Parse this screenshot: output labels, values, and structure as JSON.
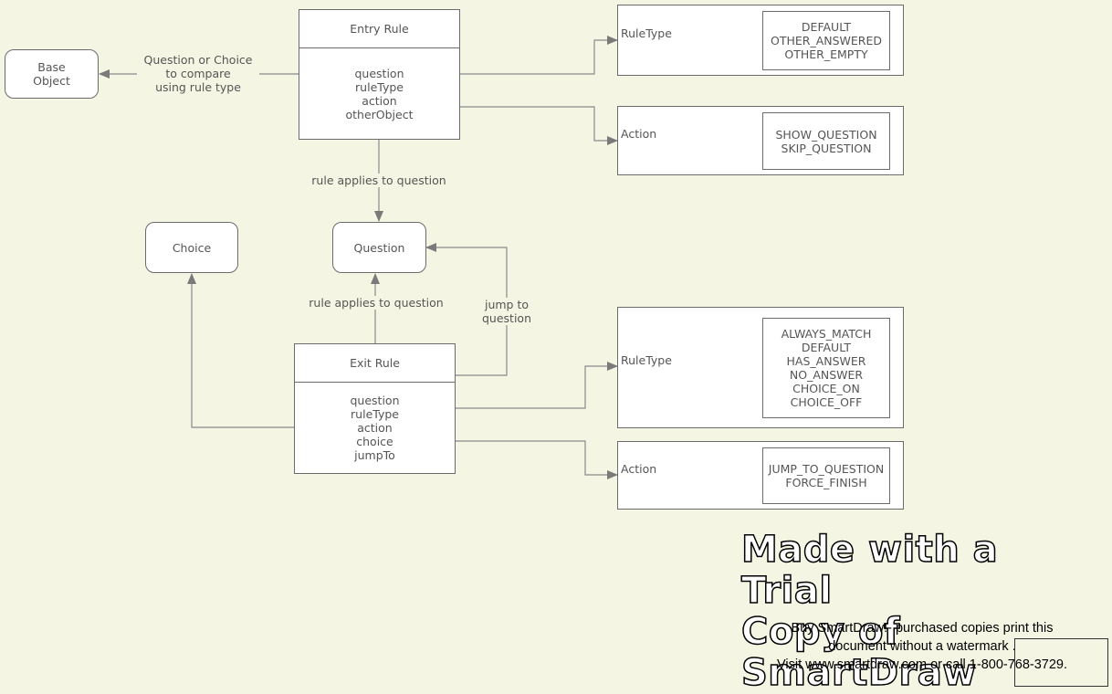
{
  "nodes": {
    "base_object": "Base\nObject",
    "choice": "Choice",
    "question": "Question"
  },
  "entry_rule": {
    "title": "Entry Rule",
    "fields": [
      "question",
      "ruleType",
      "action",
      "otherObject"
    ]
  },
  "exit_rule": {
    "title": "Exit Rule",
    "fields": [
      "question",
      "ruleType",
      "action",
      "choice",
      "jumpTo"
    ]
  },
  "enums": {
    "entry_rule_type": {
      "label": "RuleType",
      "values": [
        "DEFAULT",
        "OTHER_ANSWERED",
        "OTHER_EMPTY"
      ]
    },
    "entry_action": {
      "label": "Action",
      "values": [
        "SHOW_QUESTION",
        "SKIP_QUESTION"
      ]
    },
    "exit_rule_type": {
      "label": "RuleType",
      "values": [
        "ALWAYS_MATCH",
        "DEFAULT",
        "HAS_ANSWER",
        "NO_ANSWER",
        "CHOICE_ON",
        "CHOICE_OFF"
      ]
    },
    "exit_action": {
      "label": "Action",
      "values": [
        "JUMP_TO_QUESTION",
        "FORCE_FINISH"
      ]
    }
  },
  "edge_labels": {
    "compare": "Question or Choice\nto compare\nusing rule type",
    "entry_applies": "rule applies to question",
    "exit_applies": "rule applies to question",
    "jump_to": "jump to\nquestion"
  },
  "watermark": {
    "title_line1": "Made with a Trial",
    "title_line2": "Copy of SmartDraw",
    "note_line1": "Buy SmartDraw!- purchased copies print this",
    "note_line2": "document without a watermark .",
    "note_line3": "Visit www.smartdraw.com or call 1-800-768-3729."
  },
  "colors": {
    "background": "#f5f5e4",
    "line": "#7a7a7a",
    "text": "#555555"
  }
}
